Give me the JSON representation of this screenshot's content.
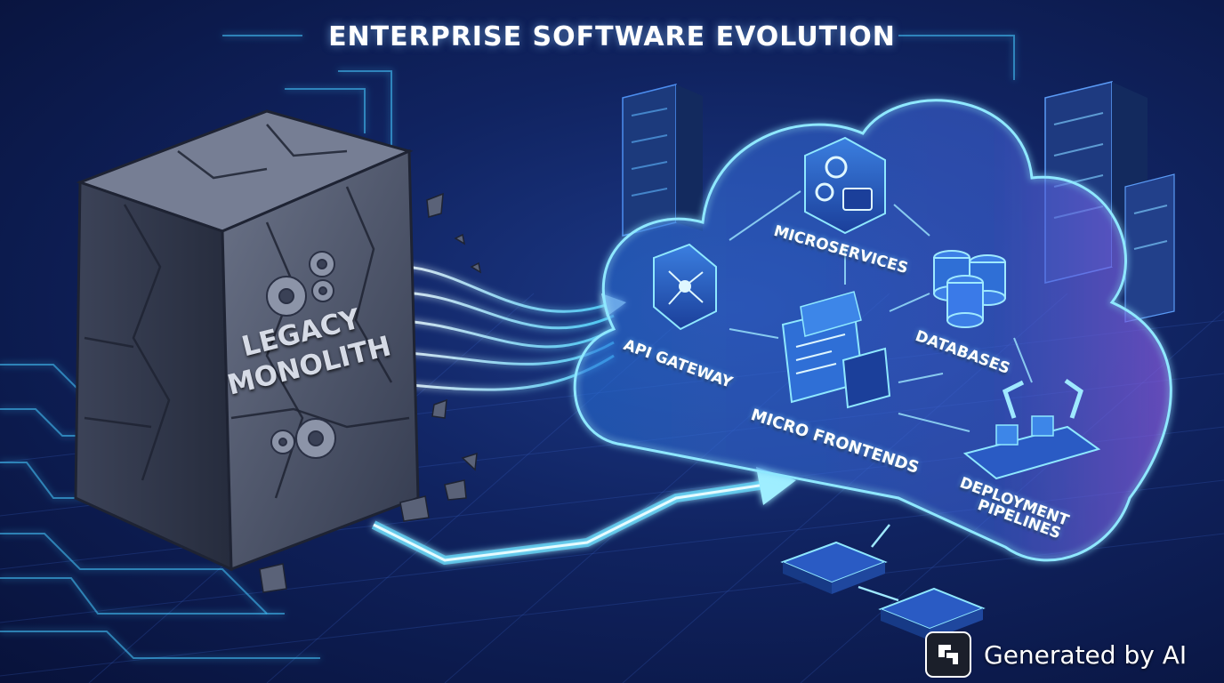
{
  "title": "ENTERPRISE SOFTWARE EVOLUTION",
  "monolith": {
    "line1": "LEGACY",
    "line2": "MONOLITH"
  },
  "labels": {
    "api_gateway": "API GATEWAY",
    "microservices": "MICROSERVICES",
    "databases": "DATABASES",
    "micro_frontends": "MICRO FRONTENDS",
    "deployment_line1": "DEPLOYMENT",
    "deployment_line2": "PIPELINES"
  },
  "badge": {
    "text": "Generated by AI",
    "icon": "ai-sparkle-icon"
  },
  "icons": [
    "gear-icon",
    "code-icon",
    "database-icon",
    "hub-icon",
    "robot-arm-icon",
    "server-rack-icon"
  ],
  "colors": {
    "background": "#0a1640",
    "glow": "#4fd6ff",
    "cloud_edge": "#8fe8ff",
    "cloud_purple": "#b07cff",
    "stone": "#4a5268"
  }
}
